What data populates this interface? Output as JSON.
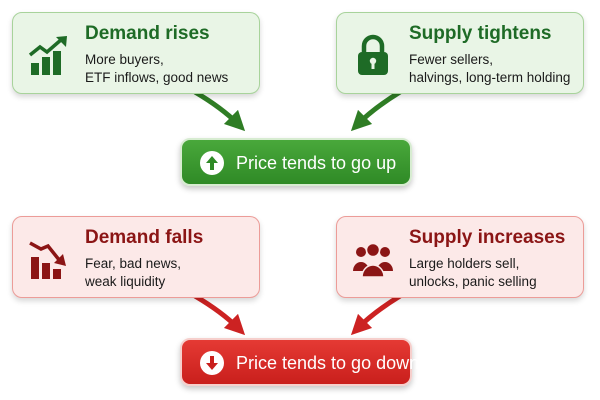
{
  "colors": {
    "green_dark": "#1e6b26",
    "green_button": "#3a9a2f",
    "green_card_bg": "#e9f5e6",
    "red_dark": "#8b1515",
    "red_button": "#d6292a",
    "red_card_bg": "#fce9e8"
  },
  "top": {
    "demand": {
      "icon": "rising-chart-icon",
      "title": "Demand rises",
      "lines": [
        "More buyers,",
        "ETF inflows, good news"
      ]
    },
    "supply": {
      "icon": "lock-icon",
      "title": "Supply tightens",
      "lines": [
        "Fewer sellers,",
        "halvings, long-term holding"
      ]
    },
    "result": {
      "icon": "arrow-up-circle-icon",
      "label": "Price tends to go up"
    }
  },
  "bottom": {
    "demand": {
      "icon": "falling-chart-icon",
      "title": "Demand falls",
      "lines": [
        "Fear, bad news,",
        "weak liquidity"
      ]
    },
    "supply": {
      "icon": "people-group-icon",
      "title": "Supply increases",
      "lines": [
        "Large holders sell,",
        "unlocks, panic selling"
      ]
    },
    "result": {
      "icon": "arrow-down-circle-icon",
      "label": "Price tends to go down"
    }
  }
}
